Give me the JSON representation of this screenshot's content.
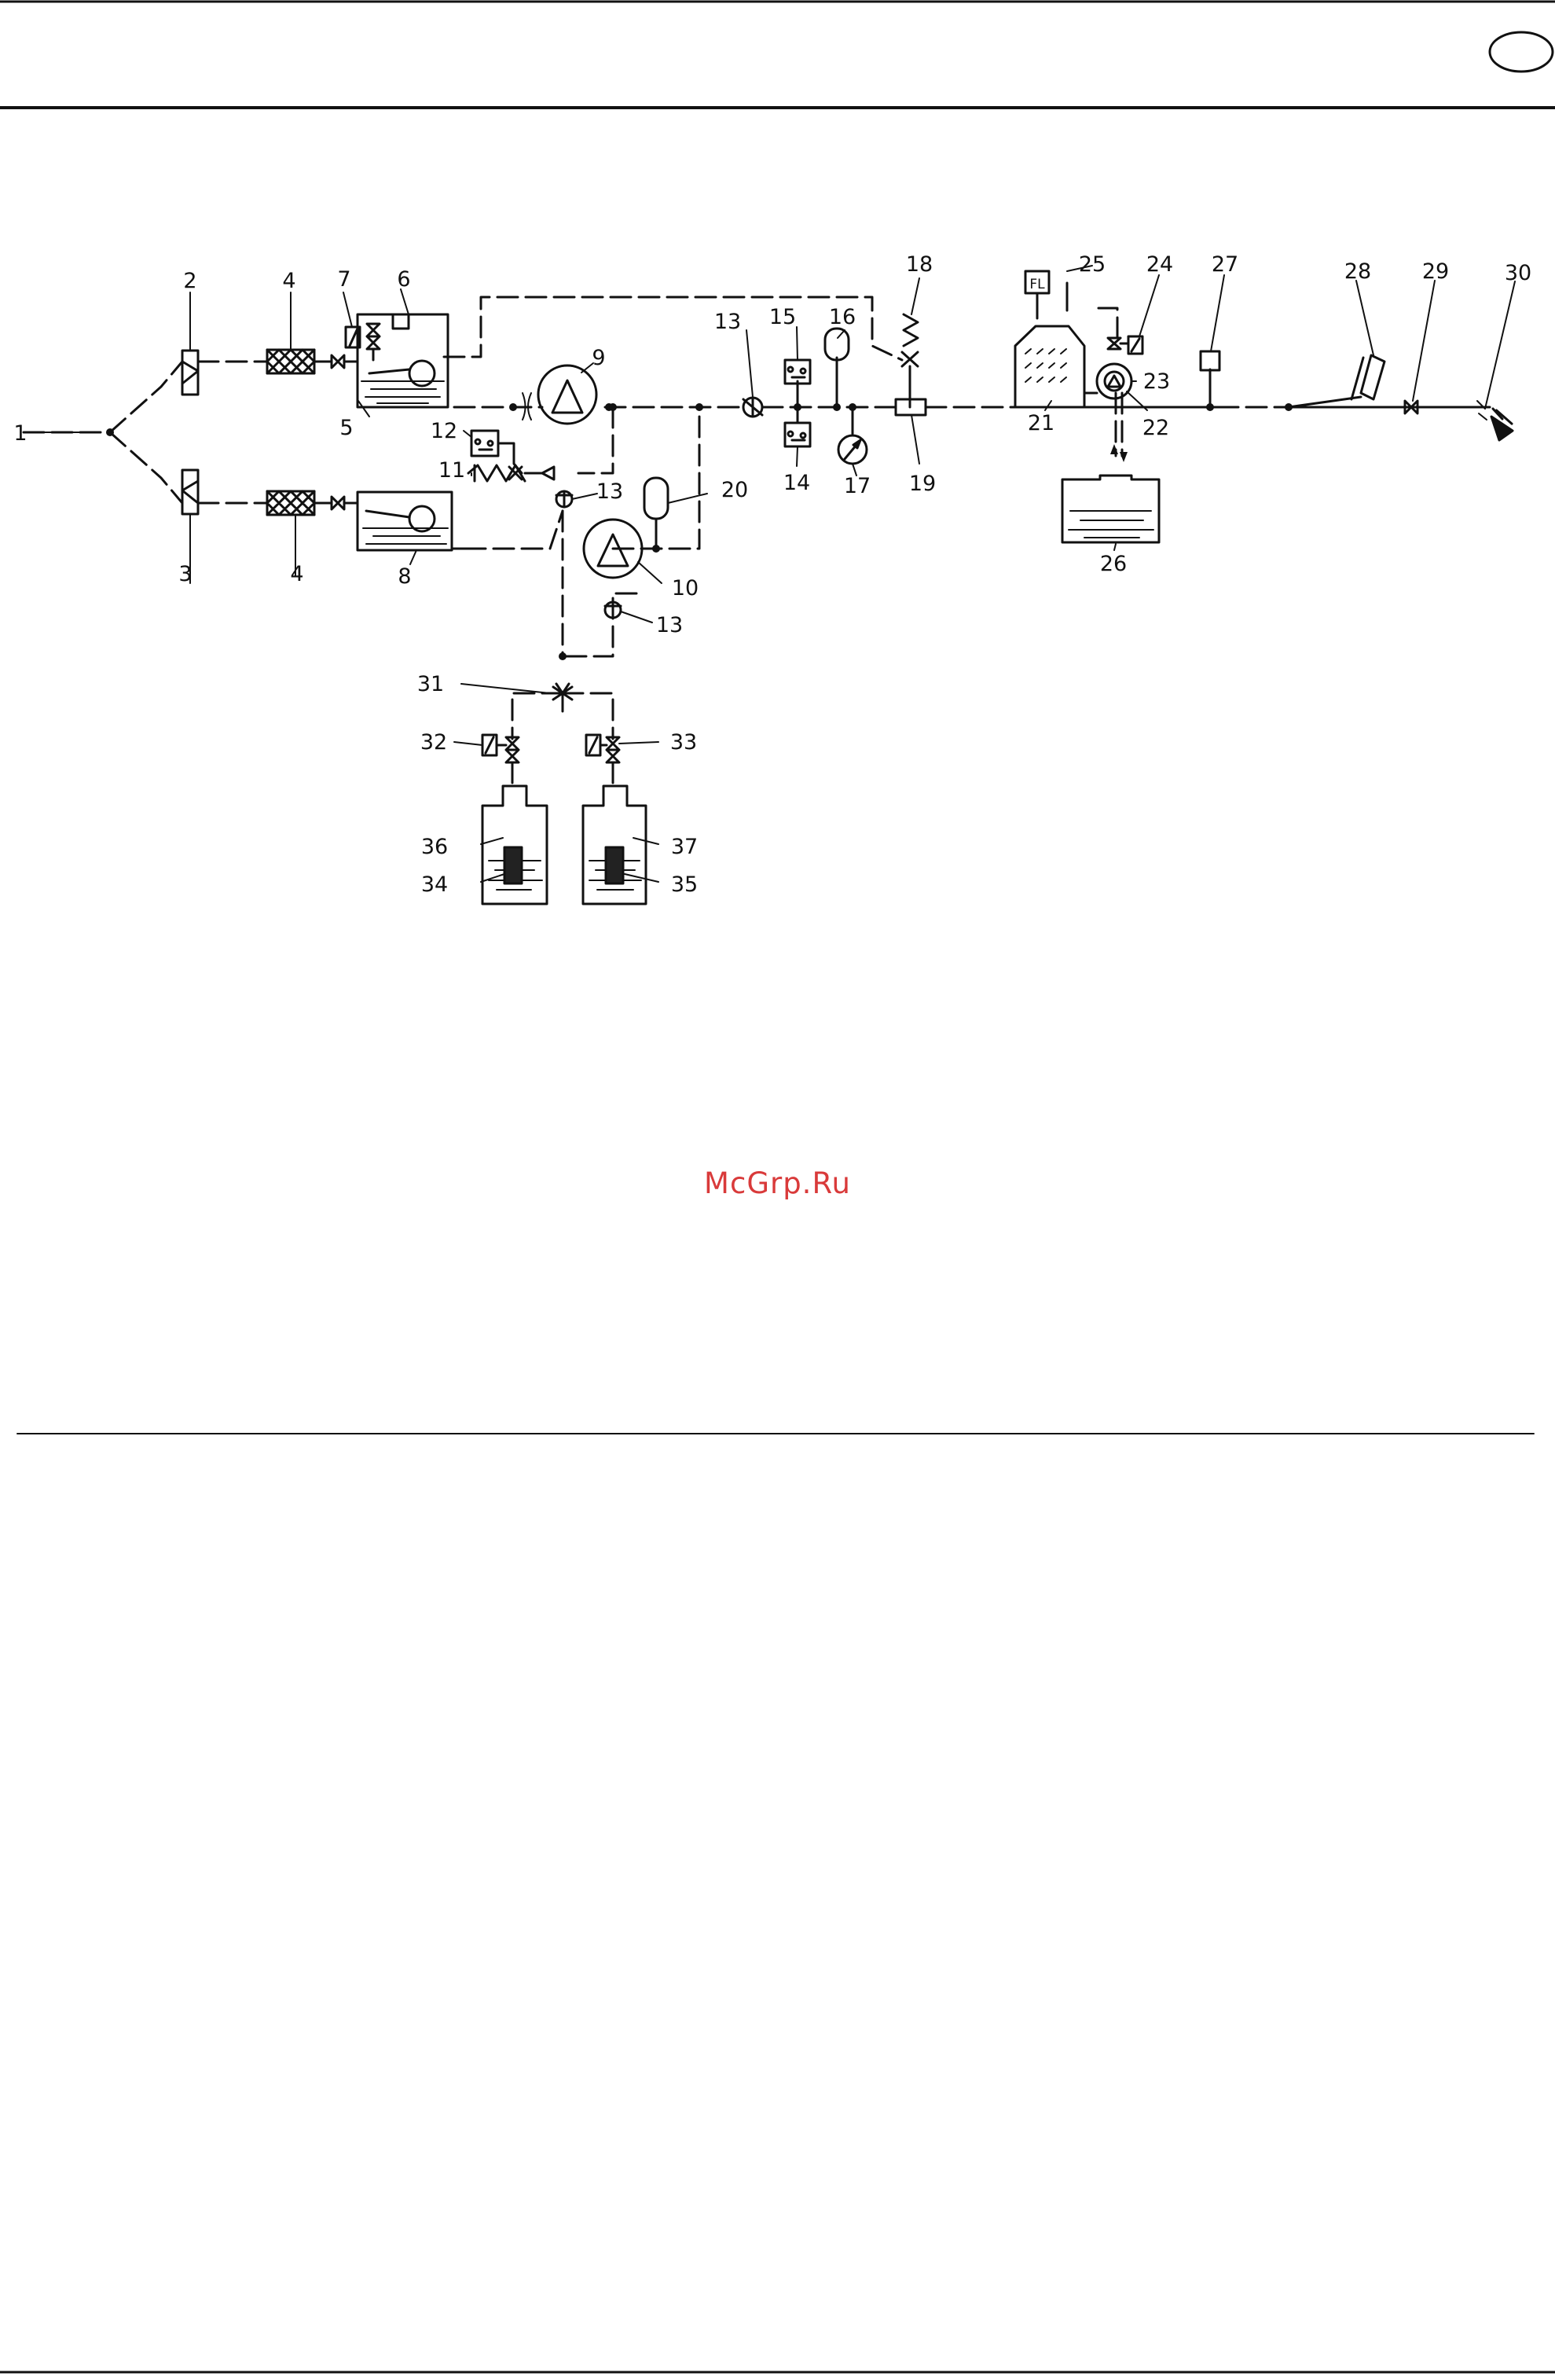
{
  "header": {
    "badge": ""
  },
  "watermark": {
    "text": "McGrp.Ru"
  },
  "labels": {
    "l1": "1",
    "l2": "2",
    "l3": "3",
    "l4a": "4",
    "l4b": "4",
    "l5": "5",
    "l6": "6",
    "l7": "7",
    "l8": "8",
    "l9": "9",
    "l10": "10",
    "l11": "11",
    "l12": "12",
    "l13a": "13",
    "l13b": "13",
    "l13c": "13",
    "l14": "14",
    "l15": "15",
    "l16": "16",
    "l17": "17",
    "l18": "18",
    "l19": "19",
    "l20": "20",
    "l21": "21",
    "l22": "22",
    "l23": "23",
    "l24": "24",
    "l25": "25",
    "l26": "26",
    "l27": "27",
    "l28": "28",
    "l29": "29",
    "l30": "30",
    "l31": "31",
    "l32": "32",
    "l33": "33",
    "l34": "34",
    "l35": "35",
    "l36": "36",
    "l37": "37"
  },
  "components": {
    "flow_indicator": "FL"
  },
  "colors": {
    "ink": "#111111",
    "watermark": "#d93a3a"
  }
}
